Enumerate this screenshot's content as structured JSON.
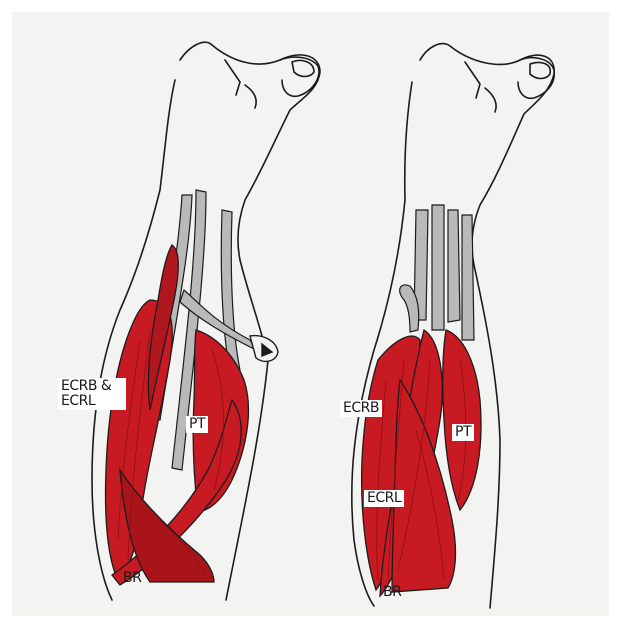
{
  "figure": {
    "left_panel": {
      "labels": {
        "ecrb_ecrl": "ECRB & ECRL",
        "pt": "PT",
        "br": "BR"
      }
    },
    "right_panel": {
      "labels": {
        "ecrb": "ECRB",
        "pt": "PT",
        "ecrl": "ECRL",
        "br": "BR"
      }
    },
    "colors": {
      "muscle": "#c81a22",
      "muscle_dark": "#8e1015",
      "tendon": "#b9b9b9",
      "ink": "#1c1c1c",
      "paper": "#f3f3f1"
    }
  }
}
